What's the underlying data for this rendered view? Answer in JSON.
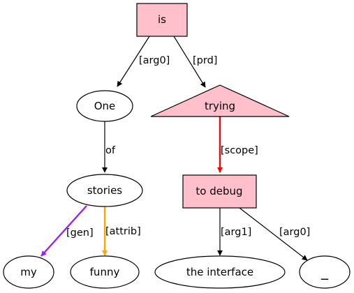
{
  "graph": {
    "colors": {
      "highlight_fill": "#ffc0cb",
      "scope_edge": "#ff0000",
      "gen_edge": "#a020f0",
      "attrib_edge": "#ffa500",
      "default_edge": "#000000"
    },
    "nodes": {
      "is": {
        "label": "is",
        "shape": "box",
        "highlighted": true
      },
      "one": {
        "label": "One",
        "shape": "ellipse"
      },
      "trying": {
        "label": "trying",
        "shape": "triangle",
        "highlighted": true
      },
      "stories": {
        "label": "stories",
        "shape": "ellipse"
      },
      "to_debug": {
        "label": "to debug",
        "shape": "box",
        "highlighted": true
      },
      "my": {
        "label": "my",
        "shape": "ellipse"
      },
      "funny": {
        "label": "funny",
        "shape": "ellipse"
      },
      "the_interface": {
        "label": "the interface",
        "shape": "ellipse"
      },
      "blank": {
        "label": "_",
        "shape": "ellipse"
      }
    },
    "edges": {
      "is_one": {
        "from": "is",
        "to": "one",
        "label": "[arg0]"
      },
      "is_trying": {
        "from": "is",
        "to": "trying",
        "label": "[prd]"
      },
      "one_stories": {
        "from": "one",
        "to": "stories",
        "label": "of"
      },
      "trying_to_debug": {
        "from": "trying",
        "to": "to_debug",
        "label": "[scope]",
        "color": "red"
      },
      "stories_my": {
        "from": "stories",
        "to": "my",
        "label": "[gen]",
        "color": "purple"
      },
      "stories_funny": {
        "from": "stories",
        "to": "funny",
        "label": "[attrib]",
        "color": "orange"
      },
      "to_debug_the_interface": {
        "from": "to_debug",
        "to": "the_interface",
        "label": "[arg1]"
      },
      "to_debug_blank": {
        "from": "to_debug",
        "to": "blank",
        "label": "[arg0]"
      }
    }
  }
}
